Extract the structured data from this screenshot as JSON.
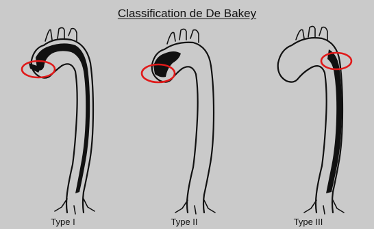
{
  "title": "Classification de De Bakey",
  "types": [
    {
      "label": "Type I",
      "extent": "ascending aorta through descending aorta"
    },
    {
      "label": "Type II",
      "extent": "ascending aorta only"
    },
    {
      "label": "Type III",
      "extent": "descending aorta only"
    }
  ],
  "colors": {
    "background": "#cacaca",
    "ink": "#111111",
    "highlight": "#e01a1a"
  }
}
